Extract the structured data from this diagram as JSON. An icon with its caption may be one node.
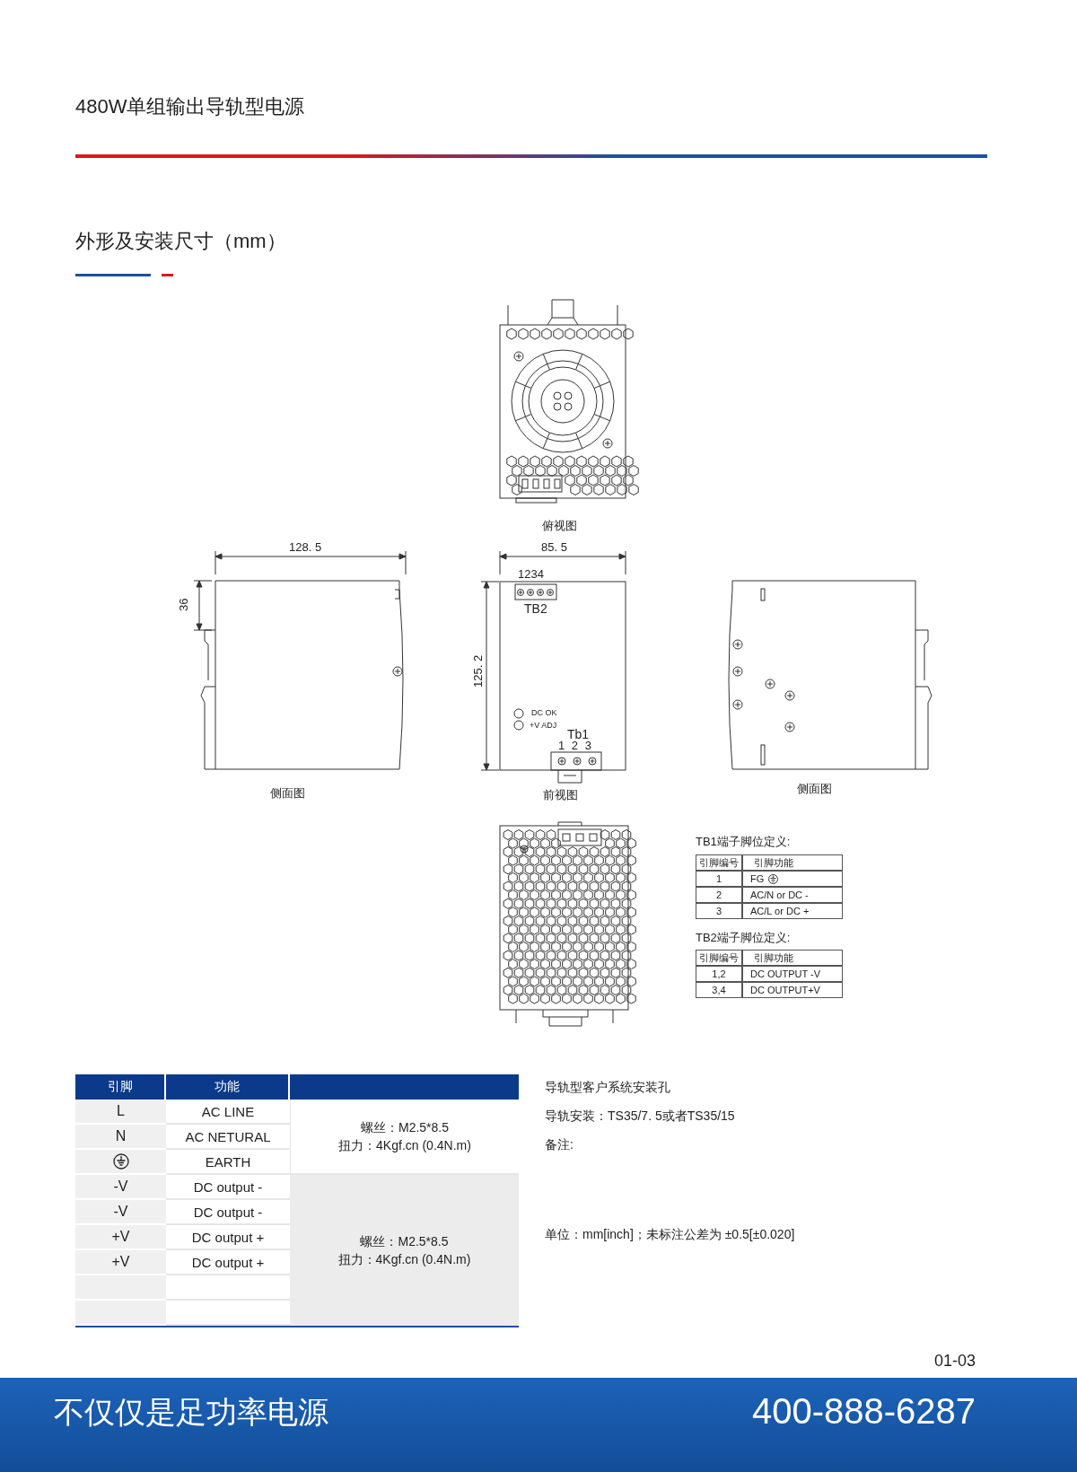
{
  "diagram": {
    "title": "480W单组输出导轨型电源",
    "labels": [
      "外形及安装尺寸（mm）",
      "俯视图",
      "128. 5",
      "85. 5",
      "36",
      "1234",
      "TB2",
      "125. 2",
      "DC OK",
      "+V ADJ",
      "Tb1",
      "1 2 3",
      "侧面图",
      "前视图",
      "侧面图",
      "TB1端子脚位定义:",
      "引脚编号",
      "引脚功能",
      "1",
      "FG",
      "2",
      "AC/N or DC -",
      "3",
      "AC/L  or DC +",
      "TB2端子脚位定义:",
      "引脚编号",
      "引脚功能",
      "1,2",
      "DC OUTPUT -V",
      "3,4",
      "DC OUTPUT+V",
      "引脚",
      "功能",
      "L",
      "AC LINE",
      "螺丝：M2.5*8.5",
      "扭力：4Kgf.cn (0.4N.m)",
      "N",
      "AC NETURAL",
      "EARTH",
      "-V",
      "DC output -",
      "-V",
      "DC output -",
      "+V",
      "DC output +",
      "+V",
      "DC output +",
      "螺丝：M2.5*8.5",
      "扭力：4Kgf.cn (0.4N.m)",
      "导轨型客户系统安装孔",
      "导轨安装：TS35/7. 5或者TS35/15",
      "备注:",
      "单位：mm[inch]；未标注公差为 ±0.5[±0.020]",
      "01-03",
      "不仅仅是足功率电源",
      "400-888-6287"
    ]
  }
}
